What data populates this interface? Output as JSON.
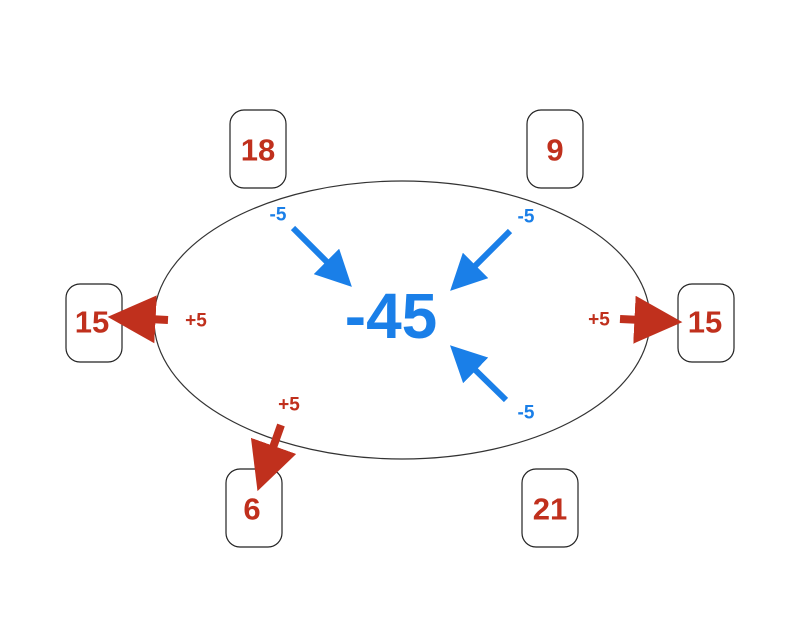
{
  "colors": {
    "player": "#c0301d",
    "pot": "#1a7fe8"
  },
  "pot": {
    "value": "-45"
  },
  "seats": [
    {
      "id": "top-left",
      "value": "18"
    },
    {
      "id": "top-right",
      "value": "9"
    },
    {
      "id": "left",
      "value": "15"
    },
    {
      "id": "right",
      "value": "15"
    },
    {
      "id": "bottom-left",
      "value": "6"
    },
    {
      "id": "bottom-right",
      "value": "21"
    }
  ],
  "flows": [
    {
      "id": "top-left-in",
      "label": "-5",
      "direction": "to-pot"
    },
    {
      "id": "top-right-in",
      "label": "-5",
      "direction": "to-pot"
    },
    {
      "id": "bottom-right-in",
      "label": "-5",
      "direction": "to-pot"
    },
    {
      "id": "left-out",
      "label": "+5",
      "direction": "to-seat"
    },
    {
      "id": "right-out",
      "label": "+5",
      "direction": "to-seat"
    },
    {
      "id": "bottom-left-out",
      "label": "+5",
      "direction": "to-seat"
    }
  ]
}
